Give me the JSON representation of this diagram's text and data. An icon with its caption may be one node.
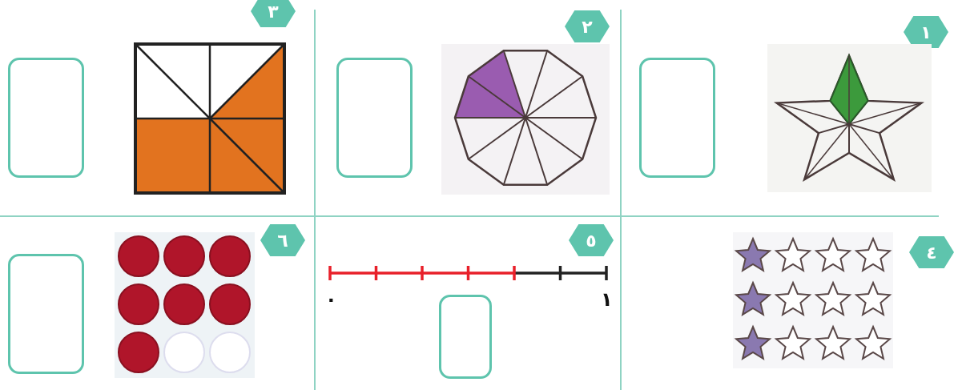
{
  "diagram": {
    "nodes": [
      {
        "text": [
          "١"
        ]
      },
      {
        "text": [
          "٢"
        ]
      },
      {
        "text": [
          "٣"
        ]
      },
      {
        "text": [
          "٤"
        ]
      },
      {
        "text": [
          "٥"
        ]
      },
      {
        "text": [
          "٦"
        ]
      }
    ],
    "edges": [],
    "labels": [
      "١",
      "٠"
    ]
  }
}
